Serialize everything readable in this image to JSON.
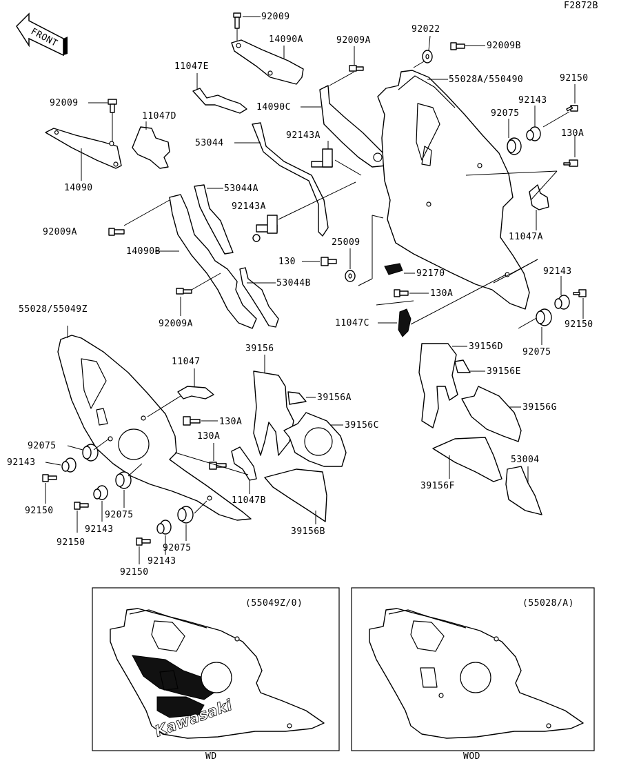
{
  "figure_code": "F2872B",
  "front_arrow": "FRONT",
  "part_labels": {
    "p92009": "92009",
    "p14090A": "14090A",
    "p92009A_top": "92009A",
    "p92022": "92022",
    "p92009B": "92009B",
    "p11047E": "11047E",
    "p55028A": "55028A/550490",
    "p92150_tr": "92150",
    "p92143_tr": "92143",
    "p14090C": "14090C",
    "p92075_tr": "92075",
    "p92009_left": "92009",
    "p11047D": "11047D",
    "p92143A_1": "92143A",
    "p53044": "53044",
    "p130A_r": "130A",
    "p14090": "14090",
    "p53044A": "53044A",
    "p92143A_2": "92143A",
    "p11047A": "11047A",
    "p92009A_left": "92009A",
    "p25009": "25009",
    "p14090B": "14090B",
    "p130": "130",
    "p92170": "92170",
    "p92143_r": "92143",
    "p53044B": "53044B",
    "p130A_mid": "130A",
    "p92009A_low": "92009A",
    "p11047C": "11047C",
    "p92150_r": "92150",
    "p55028": "55028/55049Z",
    "p39156": "39156",
    "p39156D": "39156D",
    "p92075_r": "92075",
    "p11047": "11047",
    "p39156E": "39156E",
    "p39156A": "39156A",
    "p130A_l1": "130A",
    "p39156G": "39156G",
    "p39156C": "39156C",
    "p92075_l": "92075",
    "p130A_l2": "130A",
    "p53004": "53004",
    "p92143_l": "92143",
    "p39156F": "39156F",
    "p11047B": "11047B",
    "p92150_l1": "92150",
    "p92075_l2": "92075",
    "p92143_l2": "92143",
    "p39156B": "39156B",
    "p92150_l2": "92150",
    "p92075_l3": "92075",
    "p92143_l3": "92143",
    "p92150_l3": "92150"
  },
  "variants": {
    "left": {
      "code": "(55049Z/0)",
      "caption": "WD",
      "logo": "Kawasaki"
    },
    "right": {
      "code": "(55028/A)",
      "caption": "WOD"
    }
  }
}
